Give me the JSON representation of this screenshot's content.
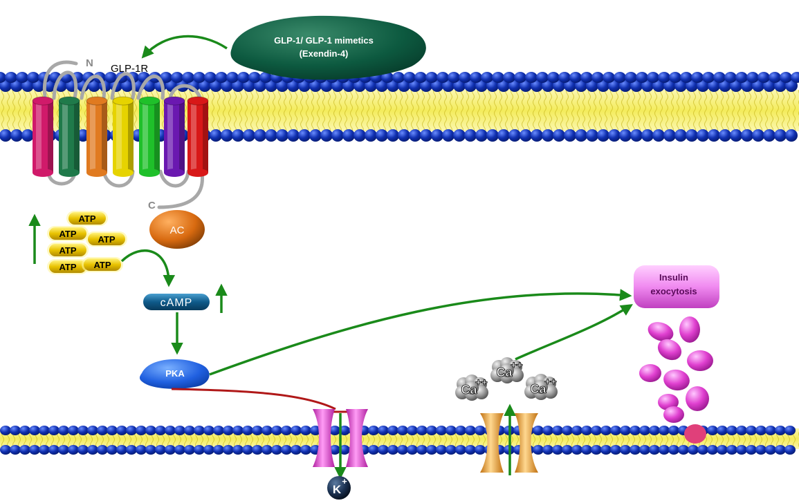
{
  "ligand": {
    "line1": "GLP-1/ GLP-1 mimetics",
    "line2": "(Exendin-4)"
  },
  "receptor": {
    "label": "GLP-1R",
    "n_terminus": "N",
    "c_terminus": "C",
    "helix_colors": [
      "#d01a6a",
      "#1f7a4a",
      "#e07a20",
      "#e6d300",
      "#1fc02a",
      "#6a18b0",
      "#d81818"
    ]
  },
  "atp_pool": {
    "labels": [
      "ATP",
      "ATP",
      "ATP",
      "ATP",
      "ATP",
      "ATP"
    ]
  },
  "enzyme": {
    "label": "AC"
  },
  "second_messenger": {
    "label": "cAMP"
  },
  "kinase": {
    "label": "PKA"
  },
  "insulin_box": {
    "line1": "Insulin",
    "line2": "exocytosis"
  },
  "potassium": {
    "ion": "K",
    "charge": "+"
  },
  "calcium": {
    "ions": [
      {
        "symbol": "Ca",
        "charge": "++"
      },
      {
        "symbol": "Ca",
        "charge": "++"
      },
      {
        "symbol": "Ca",
        "charge": "++"
      }
    ]
  },
  "colors": {
    "activation_arrow": "#1a8a1a",
    "inhibition_line": "#b01818",
    "lipid_head": "#1030b0",
    "lipid_tail": "#f4ec5c",
    "k_channel": "#e040d0",
    "ca_channel": "#f0a020",
    "insulin_granule": "#e040d0"
  }
}
